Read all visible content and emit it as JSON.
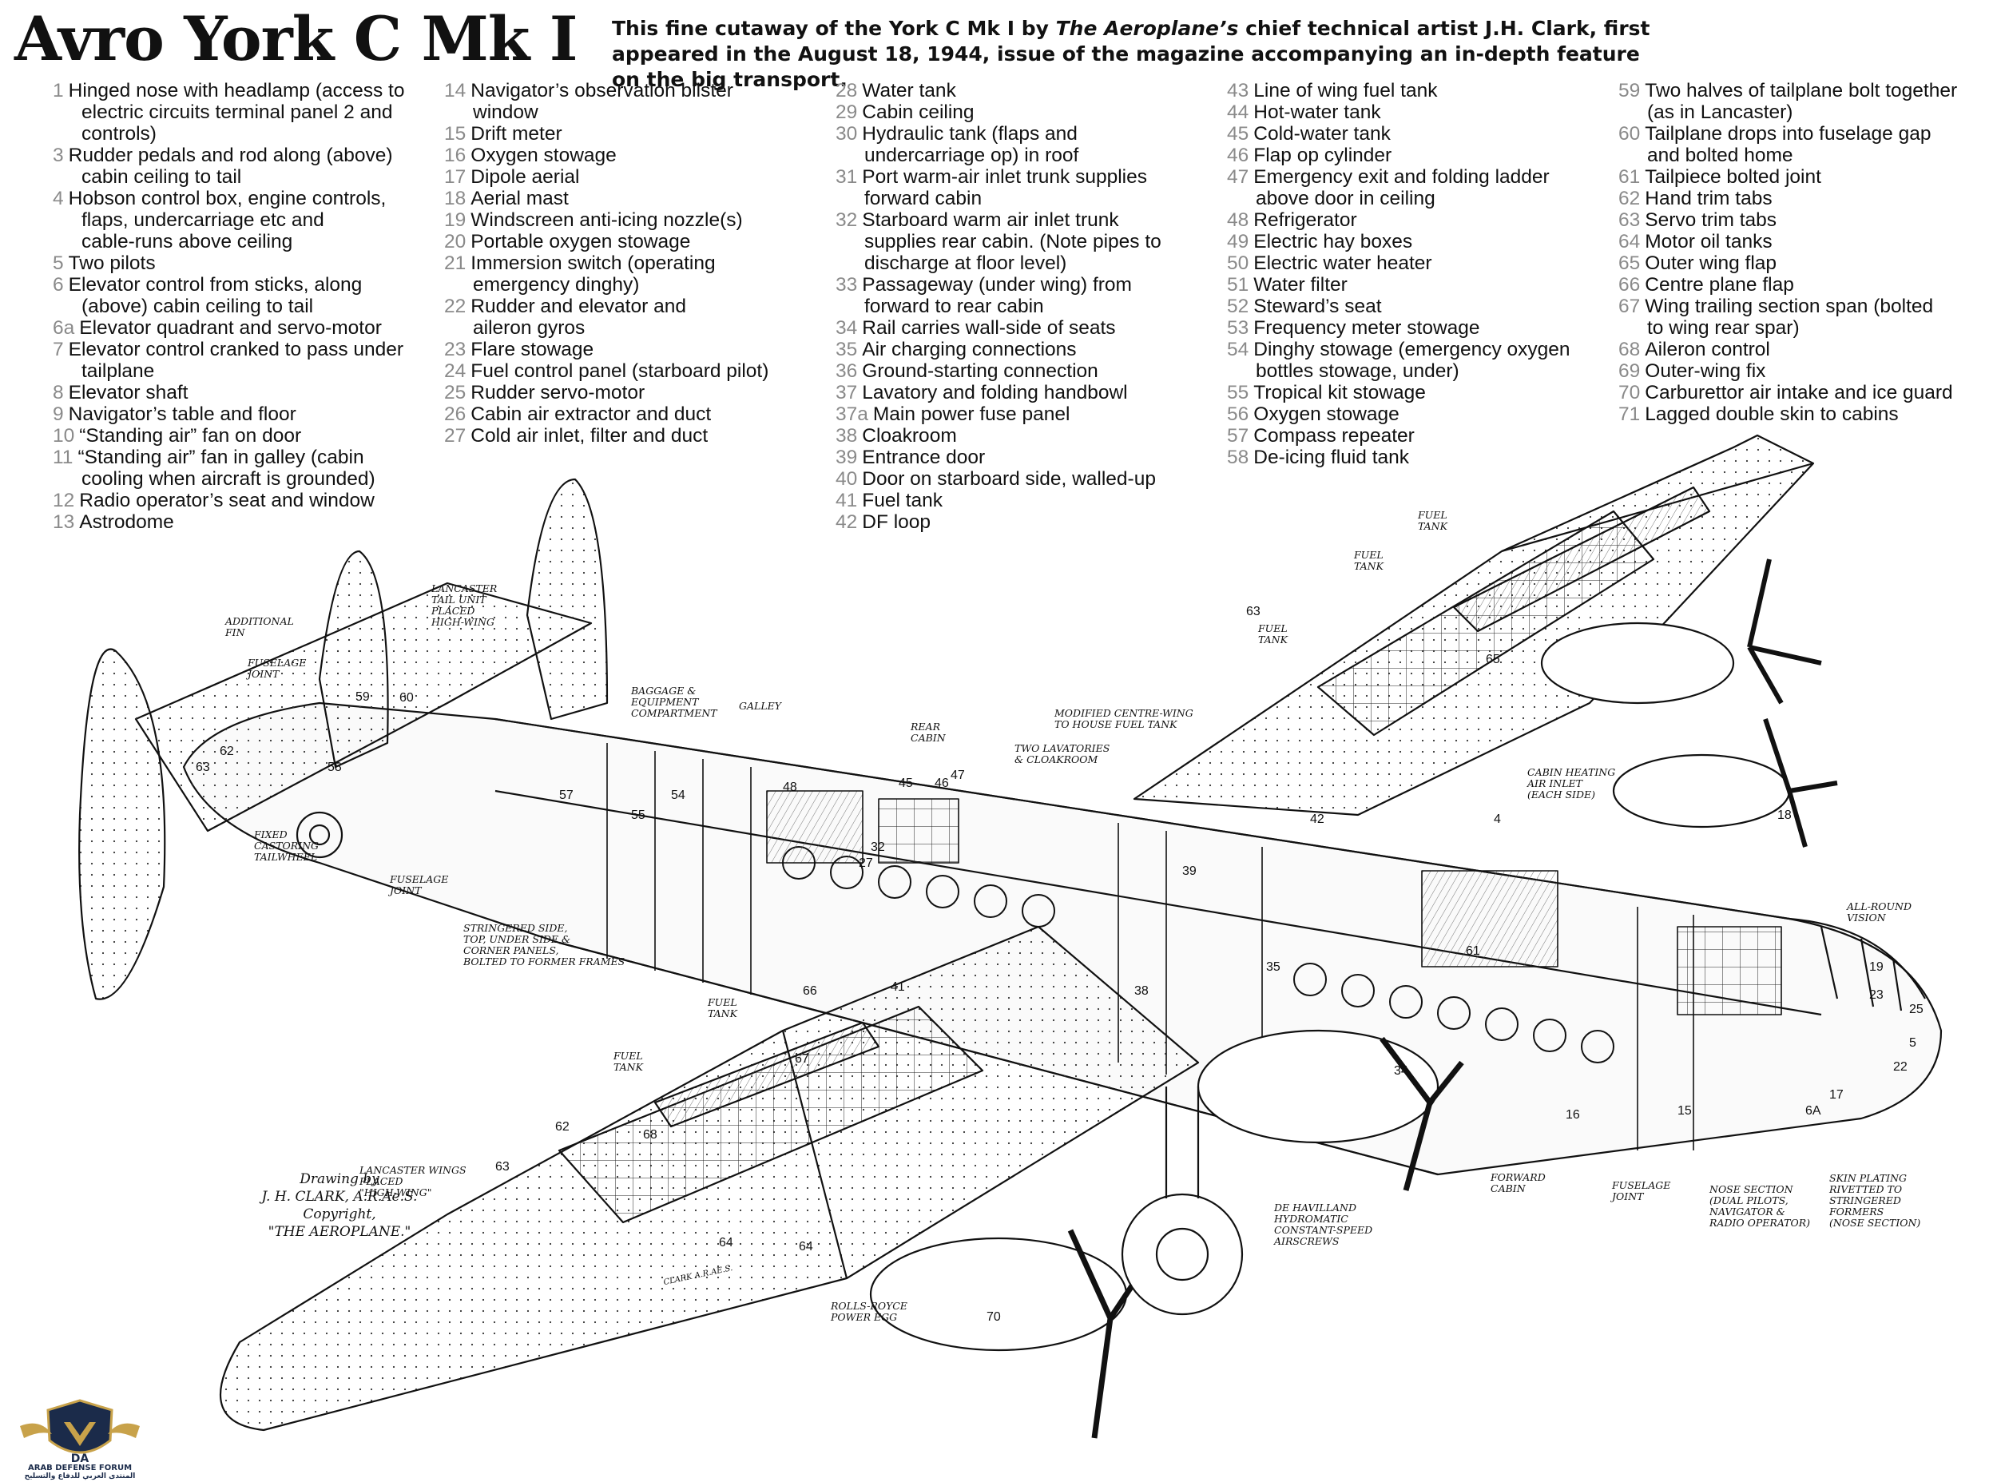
{
  "header": {
    "title": "Avro York C Mk I",
    "intro_pre": "This fine cutaway of the York C Mk I by ",
    "intro_em": "The Aeroplane’s",
    "intro_post": " chief technical artist J.H. Clark, first appeared in the August 18, 1944, issue of the magazine accompanying an in-depth feature on the big transport."
  },
  "legend_columns": [
    [
      {
        "n": "1",
        "t": "Hinged nose with headlamp (access to",
        "c": [
          "electric circuits terminal panel 2 and",
          "controls)"
        ]
      },
      {
        "n": "3",
        "t": "Rudder pedals and rod along (above)",
        "c": [
          "cabin ceiling to tail"
        ]
      },
      {
        "n": "4",
        "t": "Hobson control box, engine controls,",
        "c": [
          "flaps, undercarriage etc and",
          "cable-runs above ceiling"
        ]
      },
      {
        "n": "5",
        "t": "Two pilots",
        "c": []
      },
      {
        "n": "6",
        "t": "Elevator control from sticks, along",
        "c": [
          "(above) cabin ceiling to tail"
        ]
      },
      {
        "n": "6a",
        "t": "Elevator quadrant and servo-motor",
        "c": []
      },
      {
        "n": "7",
        "t": "Elevator control cranked to pass under",
        "c": [
          "tailplane"
        ]
      },
      {
        "n": "8",
        "t": "Elevator shaft",
        "c": []
      },
      {
        "n": "9",
        "t": "Navigator’s table and floor",
        "c": []
      },
      {
        "n": "10",
        "t": "“Standing air” fan on door",
        "c": []
      },
      {
        "n": "11",
        "t": "“Standing air” fan in galley (cabin",
        "c": [
          "cooling when aircraft is grounded)"
        ]
      },
      {
        "n": "12",
        "t": "Radio operator’s seat and window",
        "c": []
      },
      {
        "n": "13",
        "t": "Astrodome",
        "c": []
      }
    ],
    [
      {
        "n": "14",
        "t": "Navigator’s observation blister",
        "c": [
          "window"
        ]
      },
      {
        "n": "15",
        "t": "Drift meter",
        "c": []
      },
      {
        "n": "16",
        "t": "Oxygen stowage",
        "c": []
      },
      {
        "n": "17",
        "t": "Dipole aerial",
        "c": []
      },
      {
        "n": "18",
        "t": "Aerial mast",
        "c": []
      },
      {
        "n": "19",
        "t": "Windscreen anti-icing nozzle(s)",
        "c": []
      },
      {
        "n": "20",
        "t": "Portable oxygen stowage",
        "c": []
      },
      {
        "n": "21",
        "t": "Immersion switch (operating",
        "c": [
          "emergency dinghy)"
        ]
      },
      {
        "n": "22",
        "t": "Rudder and elevator and",
        "c": [
          "aileron gyros"
        ]
      },
      {
        "n": "23",
        "t": "Flare stowage",
        "c": []
      },
      {
        "n": "24",
        "t": "Fuel control panel (starboard pilot)",
        "c": []
      },
      {
        "n": "25",
        "t": "Rudder servo-motor",
        "c": []
      },
      {
        "n": "26",
        "t": "Cabin air extractor and duct",
        "c": []
      },
      {
        "n": "27",
        "t": "Cold air inlet, filter and duct",
        "c": []
      }
    ],
    [
      {
        "n": "28",
        "t": "Water tank",
        "c": []
      },
      {
        "n": "29",
        "t": "Cabin ceiling",
        "c": []
      },
      {
        "n": "30",
        "t": "Hydraulic tank (flaps and",
        "c": [
          "undercarriage op) in roof"
        ]
      },
      {
        "n": "31",
        "t": "Port warm-air inlet trunk supplies",
        "c": [
          "forward cabin"
        ]
      },
      {
        "n": "32",
        "t": "Starboard warm air inlet trunk",
        "c": [
          "supplies rear cabin. (Note pipes to",
          "discharge at floor level)"
        ]
      },
      {
        "n": "33",
        "t": "Passageway (under wing) from",
        "c": [
          "forward to rear cabin"
        ]
      },
      {
        "n": "34",
        "t": "Rail carries wall-side of seats",
        "c": []
      },
      {
        "n": "35",
        "t": "Air charging connections",
        "c": []
      },
      {
        "n": "36",
        "t": "Ground-starting connection",
        "c": []
      },
      {
        "n": "37",
        "t": "Lavatory and folding handbowl",
        "c": []
      },
      {
        "n": "37a",
        "t": "Main power fuse panel",
        "c": []
      },
      {
        "n": "38",
        "t": "Cloakroom",
        "c": []
      },
      {
        "n": "39",
        "t": "Entrance door",
        "c": []
      },
      {
        "n": "40",
        "t": "Door on starboard side, walled-up",
        "c": []
      },
      {
        "n": "41",
        "t": "Fuel tank",
        "c": []
      },
      {
        "n": "42",
        "t": "DF loop",
        "c": []
      }
    ],
    [
      {
        "n": "43",
        "t": "Line of wing fuel tank",
        "c": []
      },
      {
        "n": "44",
        "t": "Hot-water tank",
        "c": []
      },
      {
        "n": "45",
        "t": "Cold-water tank",
        "c": []
      },
      {
        "n": "46",
        "t": "Flap op cylinder",
        "c": []
      },
      {
        "n": "47",
        "t": "Emergency exit and folding ladder",
        "c": [
          "above door in ceiling"
        ]
      },
      {
        "n": "48",
        "t": "Refrigerator",
        "c": []
      },
      {
        "n": "49",
        "t": "Electric hay boxes",
        "c": []
      },
      {
        "n": "50",
        "t": "Electric water heater",
        "c": []
      },
      {
        "n": "51",
        "t": "Water filter",
        "c": []
      },
      {
        "n": "52",
        "t": "Steward’s seat",
        "c": []
      },
      {
        "n": "53",
        "t": "Frequency meter stowage",
        "c": []
      },
      {
        "n": "54",
        "t": "Dinghy stowage (emergency oxygen",
        "c": [
          "bottles stowage, under)"
        ]
      },
      {
        "n": "55",
        "t": "Tropical kit stowage",
        "c": []
      },
      {
        "n": "56",
        "t": "Oxygen stowage",
        "c": []
      },
      {
        "n": "57",
        "t": "Compass repeater",
        "c": []
      },
      {
        "n": "58",
        "t": "De-icing fluid tank",
        "c": []
      }
    ],
    [
      {
        "n": "59",
        "t": "Two halves of tailplane bolt together",
        "c": [
          "(as in Lancaster)"
        ]
      },
      {
        "n": "60",
        "t": "Tailplane drops into fuselage gap",
        "c": [
          "and bolted home"
        ]
      },
      {
        "n": "61",
        "t": "Tailpiece bolted joint",
        "c": []
      },
      {
        "n": "62",
        "t": "Hand trim tabs",
        "c": []
      },
      {
        "n": "63",
        "t": "Servo trim tabs",
        "c": []
      },
      {
        "n": "64",
        "t": "Motor oil tanks",
        "c": []
      },
      {
        "n": "65",
        "t": "Outer wing flap",
        "c": []
      },
      {
        "n": "66",
        "t": "Centre plane flap",
        "c": []
      },
      {
        "n": "67",
        "t": "Wing trailing section span (bolted",
        "c": [
          "to wing rear spar)"
        ]
      },
      {
        "n": "68",
        "t": "Aileron control",
        "c": []
      },
      {
        "n": "69",
        "t": "Outer-wing fix",
        "c": []
      },
      {
        "n": "70",
        "t": "Carburettor air intake and ice guard",
        "c": []
      },
      {
        "n": "71",
        "t": "Lagged double skin to cabins",
        "c": []
      }
    ]
  ],
  "diagram_labels": {
    "additional_fin": "ADDITIONAL\nFIN",
    "fuselage_joint_tail": "FUSELAGE\nJOINT",
    "lancaster_tail_unit": "LANCASTER\nTAIL UNIT\nPLACED\nHIGH-WING",
    "fixed_castoring_tailwheel": "FIXED\nCASTORING\nTAILWHEEL",
    "fuselage_joint_mid": "FUSELAGE\nJOINT",
    "stringered_side": "STRINGERED SIDE,\nTOP, UNDER SIDE &\nCORNER PANELS,\nBOLTED TO FORMER FRAMES",
    "baggage_compartment": "BAGGAGE &\nEQUIPMENT\nCOMPARTMENT",
    "galley": "GALLEY",
    "rear_cabin": "REAR\nCABIN",
    "modified_centre_wing": "MODIFIED CENTRE-WING\nTO HOUSE FUEL TANK",
    "two_lavatories": "TWO LAVATORIES\n& CLOAKROOM",
    "fuel_tank_upper_1": "FUEL\nTANK",
    "fuel_tank_upper_2": "FUEL\nTANK",
    "fuel_tank_upper_3": "FUEL\nTANK",
    "cabin_heating_inlet": "CABIN HEATING\nAIR INLET\n(EACH SIDE)",
    "all_round_vision": "ALL-ROUND\nVISION",
    "fuel_tank_lower_1": "FUEL\nTANK",
    "fuel_tank_lower_2": "FUEL\nTANK",
    "lancaster_wings": "LANCASTER WINGS\nPLACED\n\"HIGH-WING\"",
    "rolls_royce": "ROLLS-ROYCE\nPOWER EGG",
    "de_havilland": "DE HAVILLAND\nHYDROMATIC\nCONSTANT-SPEED\nAIRSCREWS",
    "forward_cabin": "FORWARD\nCABIN",
    "fuselage_joint_front": "FUSELAGE\nJOINT",
    "nose_section": "NOSE SECTION\n(DUAL PILOTS,\nNAVIGATOR &\nRADIO OPERATOR)",
    "skin_plating": "SKIN PLATING\nRIVETTED TO\nSTRINGERED\nFORMERS\n(NOSE SECTION)",
    "signature": "CLARK A.R.Ae.S."
  },
  "credit": {
    "line1": "Drawing by",
    "line2": "J. H. CLARK, A.R.Ae.S.",
    "line3": "Copyright,",
    "line4": "\"THE AEROPLANE.\""
  },
  "watermark": {
    "initials": "DA",
    "line1": "ARAB DEFENSE FORUM",
    "line2": "المنتدى العربي للدفاع والتسليح"
  }
}
